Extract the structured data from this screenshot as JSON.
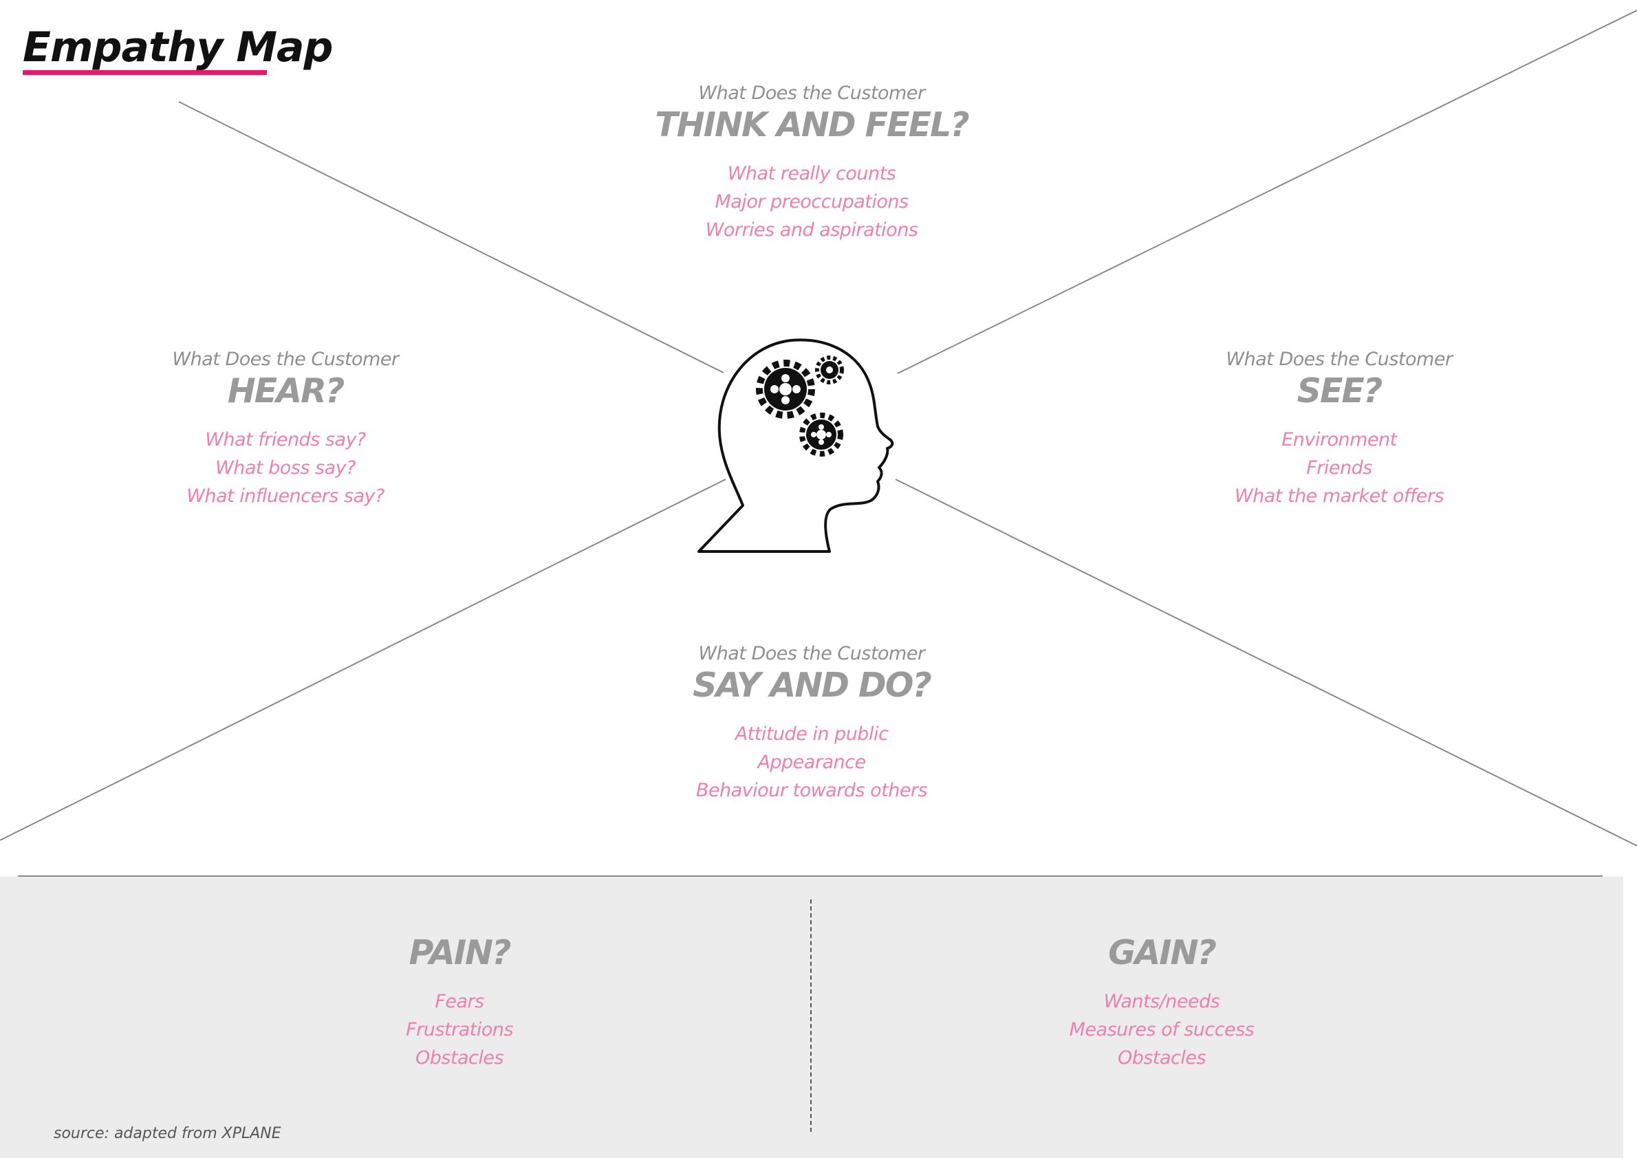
{
  "title": "Empathy Map",
  "colors": {
    "accent": "#e6196a",
    "item_text": "#f07fae",
    "heading_text": "#9a9a9a",
    "bottom_panel": "#ececec"
  },
  "quadrants": {
    "think": {
      "kicker": "What Does the Customer",
      "heading": "THINK AND FEEL?",
      "items": [
        "What really counts",
        "Major preoccupations",
        "Worries and aspirations"
      ]
    },
    "hear": {
      "kicker": "What Does the Customer",
      "heading": "HEAR?",
      "items": [
        "What friends say?",
        "What boss say?",
        "What influencers say?"
      ]
    },
    "see": {
      "kicker": "What Does the Customer",
      "heading": "SEE?",
      "items": [
        "Environment",
        "Friends",
        "What the market offers"
      ]
    },
    "say": {
      "kicker": "What Does the Customer",
      "heading": "SAY AND DO?",
      "items": [
        "Attitude in public",
        "Appearance",
        "Behaviour towards others"
      ]
    }
  },
  "pain": {
    "heading": "PAIN?",
    "items": [
      "Fears",
      "Frustrations",
      "Obstacles"
    ]
  },
  "gain": {
    "heading": "GAIN?",
    "items": [
      "Wants/needs",
      "Measures of success",
      "Obstacles"
    ]
  },
  "source": "source: adapted from XPLANE",
  "center_icon": "head-with-gears-icon"
}
